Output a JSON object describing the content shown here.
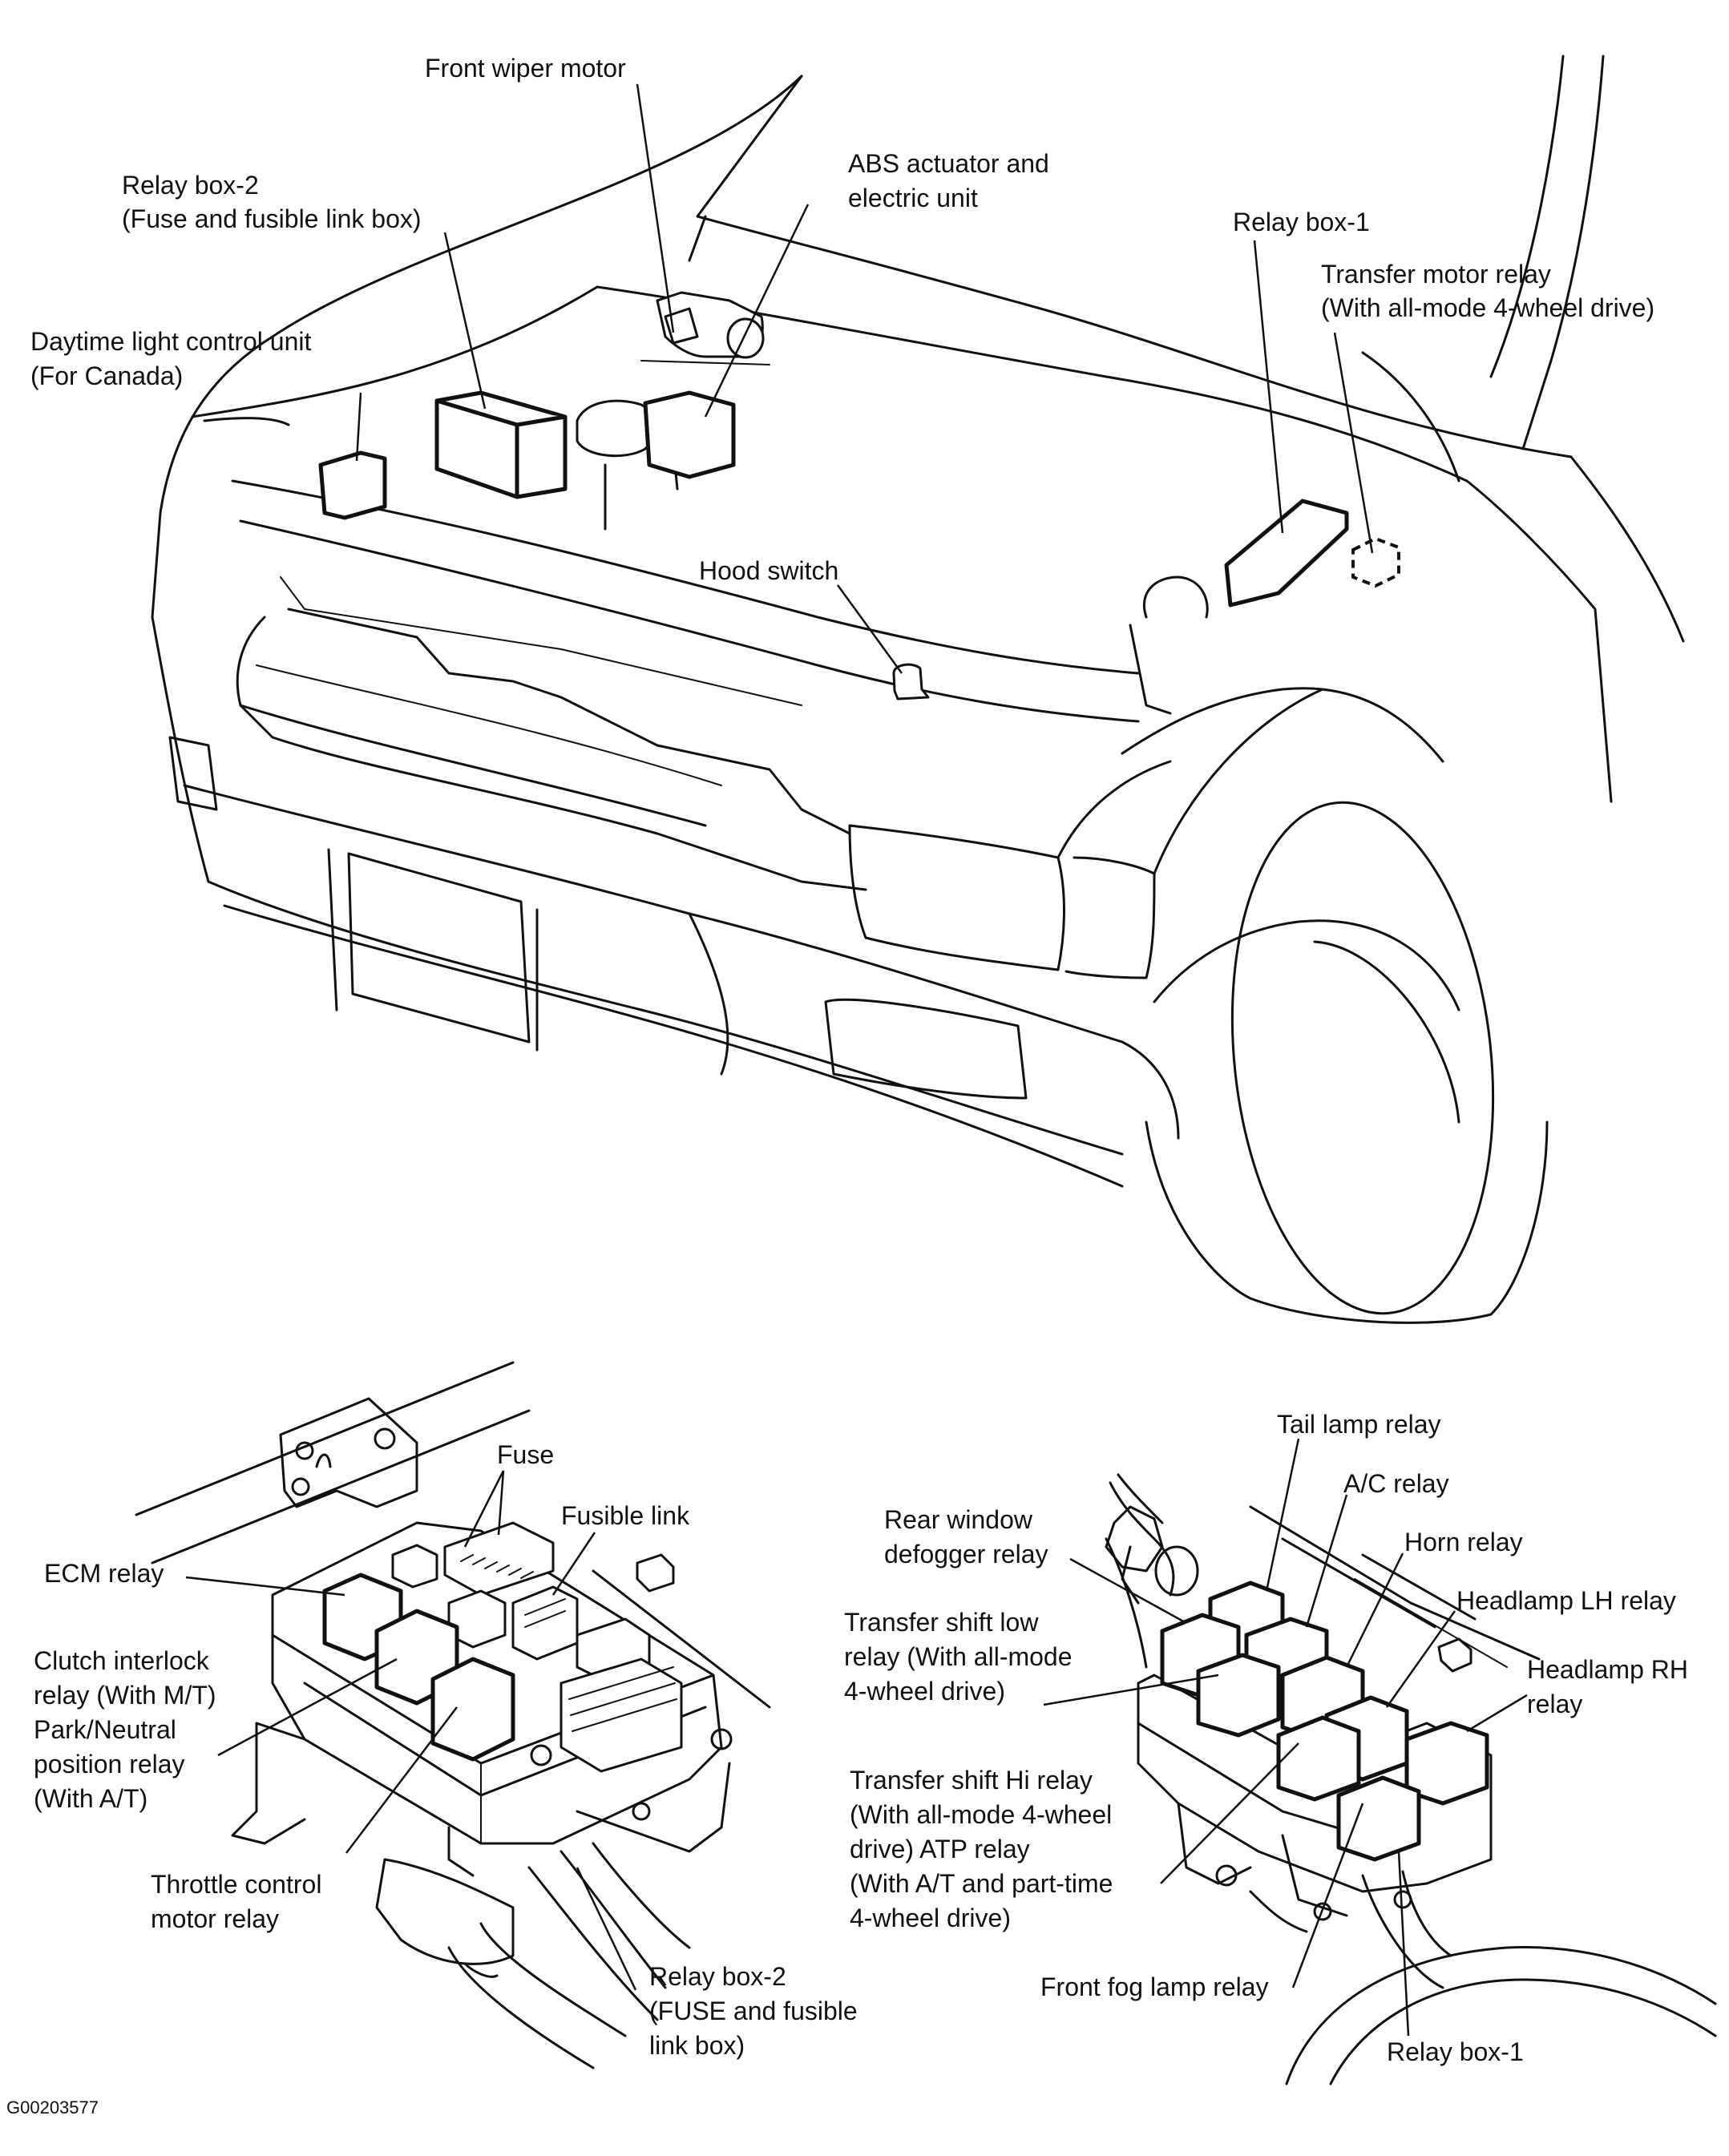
{
  "top_labels": {
    "front_wiper_motor": "Front wiper motor",
    "relay_box_2_l1": "Relay box-2",
    "relay_box_2_l2": "(Fuse and fusible link box)",
    "abs_l1": "ABS actuator and",
    "abs_l2": "electric unit",
    "relay_box_1": "Relay box-1",
    "transfer_motor_l1": "Transfer motor relay",
    "transfer_motor_l2": "(With all-mode 4-wheel drive)",
    "daytime_l1": "Daytime light control unit",
    "daytime_l2": "(For Canada)",
    "hood_switch": "Hood switch"
  },
  "left_detail": {
    "fuse": "Fuse",
    "fusible_link": "Fusible link",
    "ecm_relay": "ECM relay",
    "clutch_l1": "Clutch interlock",
    "clutch_l2": "relay (With M/T)",
    "clutch_l3": "Park/Neutral",
    "clutch_l4": "position relay",
    "clutch_l5": "(With A/T)",
    "throttle_l1": "Throttle control",
    "throttle_l2": "motor relay",
    "rb2_l1": "Relay box-2",
    "rb2_l2": "(FUSE and fusible",
    "rb2_l3": "link box)"
  },
  "right_detail": {
    "tail_lamp": "Tail lamp relay",
    "ac_relay": "A/C relay",
    "horn_relay": "Horn relay",
    "headlamp_lh": "Headlamp LH relay",
    "headlamp_rh_l1": "Headlamp RH",
    "headlamp_rh_l2": "relay",
    "rear_l1": "Rear window",
    "rear_l2": "defogger relay",
    "tsl_l1": "Transfer shift low",
    "tsl_l2": "relay (With all-mode",
    "tsl_l3": "4-wheel drive)",
    "tsh_l1": "Transfer shift Hi relay",
    "tsh_l2": "(With all-mode 4-wheel",
    "tsh_l3": "drive) ATP relay",
    "tsh_l4": "(With A/T and part-time",
    "tsh_l5": "4-wheel drive)",
    "front_fog": "Front fog lamp relay",
    "relay_box_1": "Relay box-1"
  },
  "figure_code": "G00203577"
}
